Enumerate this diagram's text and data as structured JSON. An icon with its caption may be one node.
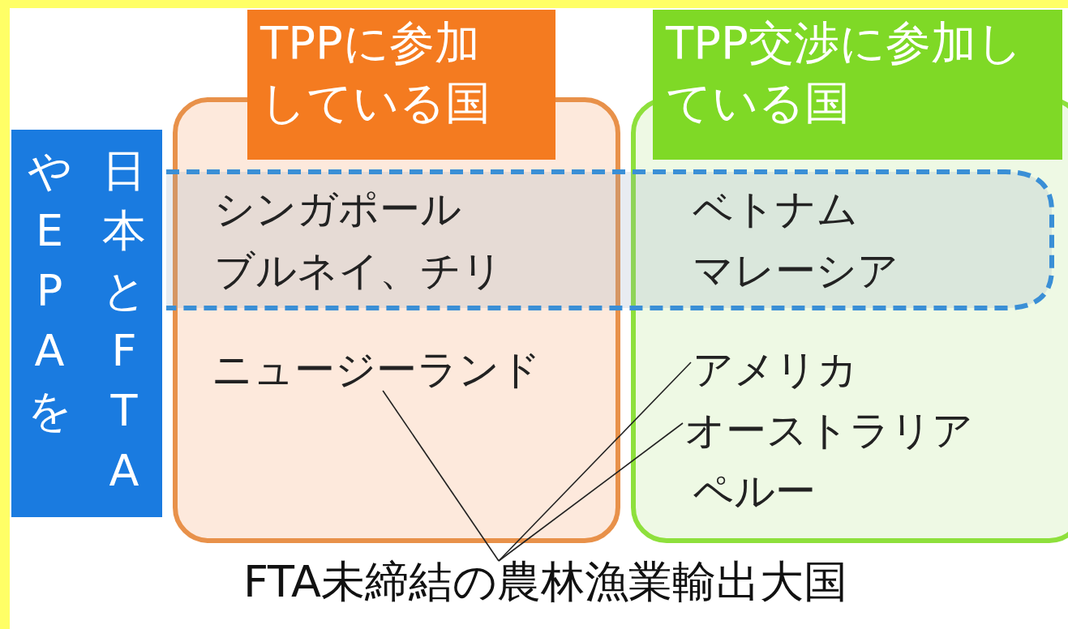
{
  "diagram": {
    "nodes": [
      {
        "text": [
          "TPPに参加している国"
        ]
      },
      {
        "text": [
          "TPP交渉に参加している国"
        ]
      },
      {
        "text": [
          "日本とFTAやEPAを締結"
        ]
      },
      {
        "text": [
          "シンガポール"
        ],
        "in": 0
      },
      {
        "text": [
          "ブルネイ、チリ"
        ],
        "in": 0
      },
      {
        "text": [
          "ベトナム"
        ],
        "in": 1
      },
      {
        "text": [
          "マレーシア"
        ],
        "in": 1
      },
      {
        "text": [
          "ニュージーランド"
        ],
        "in": 0
      },
      {
        "text": [
          "アメリカ"
        ],
        "in": 1
      },
      {
        "text": [
          "オーストラリア"
        ],
        "in": 1
      },
      {
        "text": [
          "ペルー"
        ],
        "in": 1
      },
      {
        "text": [
          "FTA未締結の農林漁業輸出大国"
        ]
      }
    ],
    "edges": [
      {
        "from": 11,
        "to": 7,
        "arrow": "none"
      },
      {
        "from": 11,
        "to": 8,
        "arrow": "none"
      },
      {
        "from": 11,
        "to": 9,
        "arrow": "none"
      }
    ]
  }
}
